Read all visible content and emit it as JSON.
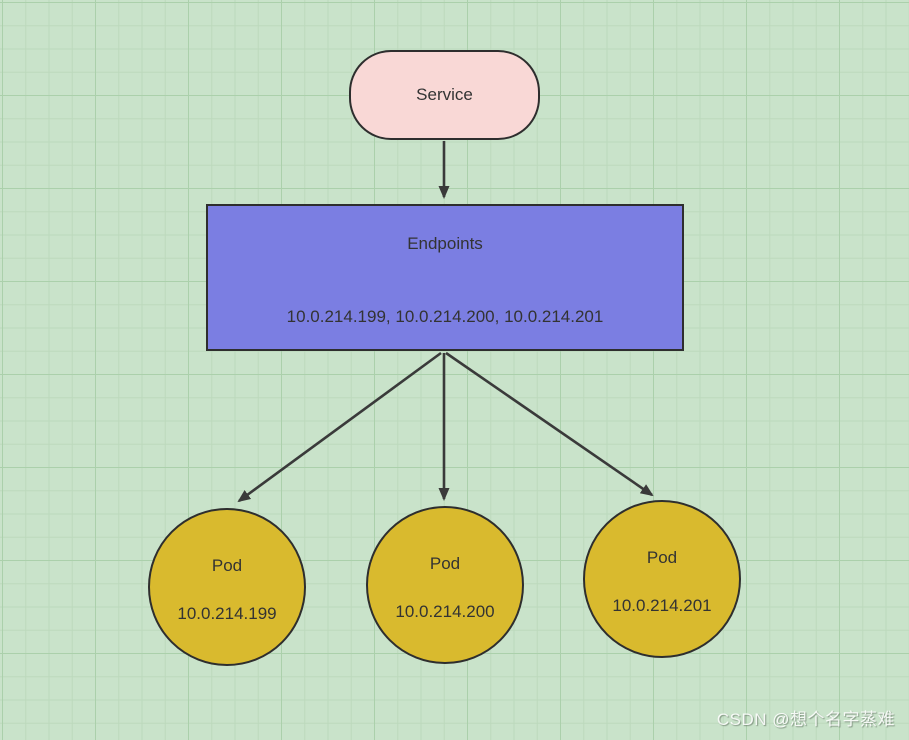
{
  "diagram": {
    "type": "kubernetes-service-endpoints-pods-flowchart",
    "colors": {
      "canvas_background": "#c9e3ca",
      "grid_minor_line": "#bcd9bc",
      "grid_major_line": "#abd0ab",
      "service_fill": "#f9d8d6",
      "endpoints_fill": "#7b7ee2",
      "pod_fill": "#d9ba2e",
      "node_border": "#2e2e2e",
      "arrow": "#3a3a3a",
      "text": "#333333"
    },
    "nodes": {
      "service": {
        "label": "Service",
        "shape": "rounded-pill"
      },
      "endpoints": {
        "title": "Endpoints",
        "addresses": "10.0.214.199, 10.0.214.200, 10.0.214.201",
        "shape": "rectangle"
      },
      "pods": [
        {
          "label": "Pod",
          "ip": "10.0.214.199",
          "shape": "circle"
        },
        {
          "label": "Pod",
          "ip": "10.0.214.200",
          "shape": "circle"
        },
        {
          "label": "Pod",
          "ip": "10.0.214.201",
          "shape": "circle"
        }
      ]
    },
    "edges": [
      {
        "from": "service",
        "to": "endpoints",
        "style": "arrow"
      },
      {
        "from": "endpoints",
        "to": "pod-1",
        "style": "arrow"
      },
      {
        "from": "endpoints",
        "to": "pod-2",
        "style": "arrow"
      },
      {
        "from": "endpoints",
        "to": "pod-3",
        "style": "arrow"
      }
    ]
  },
  "watermark": {
    "text": "CSDN @想个名字蒸难"
  }
}
